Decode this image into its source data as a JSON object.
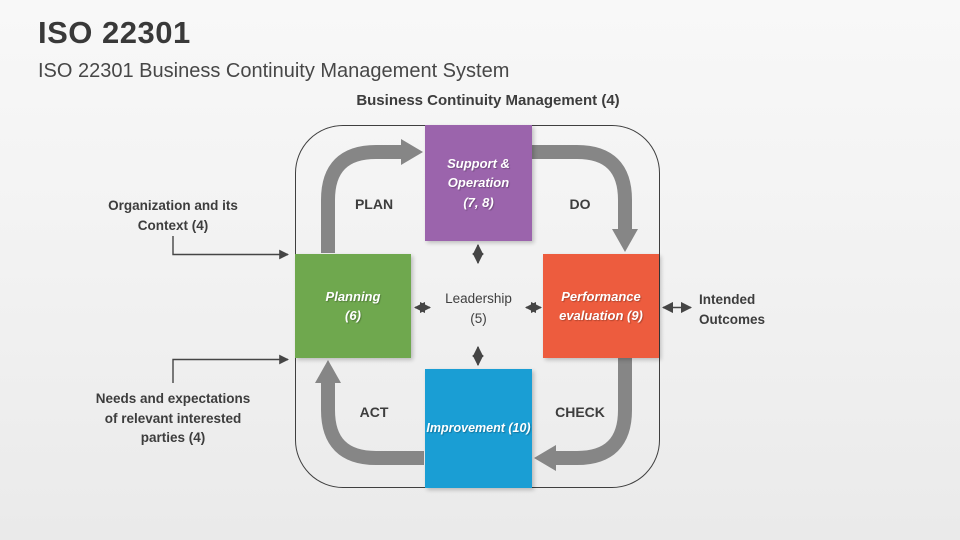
{
  "slide": {
    "title": "ISO 22301",
    "subtitle": "ISO 22301 Business Continuity Management System"
  },
  "diagram": {
    "frame_label": "Business Continuity Management (4)",
    "center_label": "Leadership\n(5)",
    "boxes": [
      {
        "name": "support-operation",
        "label": "Support &\nOperation\n(7, 8)",
        "color": "#9B64AC"
      },
      {
        "name": "planning",
        "label": "Planning\n(6)",
        "color": "#6FA84E"
      },
      {
        "name": "performance-evaluation",
        "label": "Performance\nevaluation (9)",
        "color": "#ED5C3E"
      },
      {
        "name": "improvement",
        "label": "Improvement (10)",
        "color": "#1A9ED4"
      }
    ],
    "cycle_labels": [
      {
        "label": "PLAN"
      },
      {
        "label": "DO"
      },
      {
        "label": "ACT"
      },
      {
        "label": "CHECK"
      }
    ],
    "cycle_arrow_color": "#868686",
    "connector_color": "#454545",
    "frame_border_color": "#3F3F3F"
  },
  "annotations": {
    "left_top": "Organization and its\nContext (4)",
    "left_bottom": "Needs and expectations\nof relevant interested\nparties (4)",
    "right": "Intended\nOutcomes"
  }
}
